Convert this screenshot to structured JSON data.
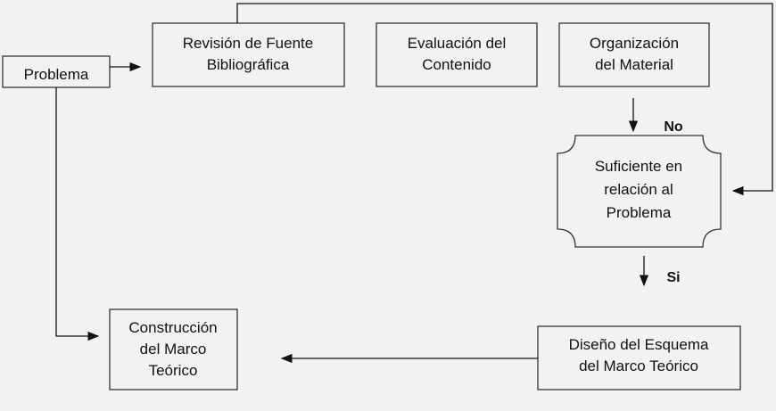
{
  "nodes": {
    "problema": [
      "Problema"
    ],
    "revision": [
      "Revisión de Fuente",
      "Bibliográfica"
    ],
    "evaluacion": [
      "Evaluación del",
      "Contenido"
    ],
    "organizacion": [
      "Organización",
      "del Material"
    ],
    "suficiente": [
      "Suficiente en",
      "relación al",
      "Problema"
    ],
    "diseno": [
      "Diseño del Esquema",
      "del Marco Teórico"
    ],
    "construccion": [
      "Construcción",
      "del Marco",
      "Teórico"
    ]
  },
  "labels": {
    "no": "No",
    "si": "Si"
  }
}
